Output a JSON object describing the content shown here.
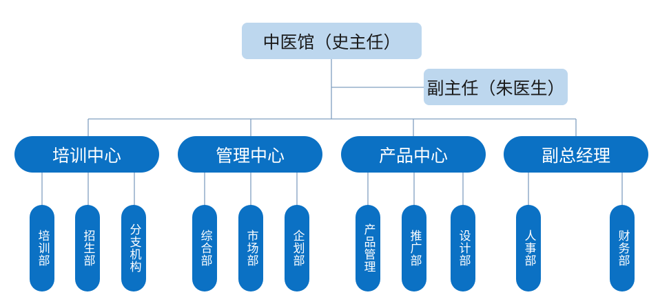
{
  "chart_data": {
    "type": "org-chart",
    "root": {
      "label": "中医馆（史主任）"
    },
    "deputy": {
      "label": "副主任（朱医生）"
    },
    "centers": [
      {
        "label": "培训中心",
        "departments": [
          "培训部",
          "招生部",
          "分支机构"
        ]
      },
      {
        "label": "管理中心",
        "departments": [
          "综合部",
          "市场部",
          "企划部"
        ]
      },
      {
        "label": "产品中心",
        "departments": [
          "产品管理",
          "推广部",
          "设计部"
        ]
      },
      {
        "label": "副总经理",
        "departments": [
          "人事部",
          "财务部"
        ]
      }
    ]
  },
  "colors": {
    "root_fill": "#bdd7ee",
    "node_fill": "#0b71c4",
    "connector": "#7f9fbf",
    "node_text": "#ffffff"
  }
}
